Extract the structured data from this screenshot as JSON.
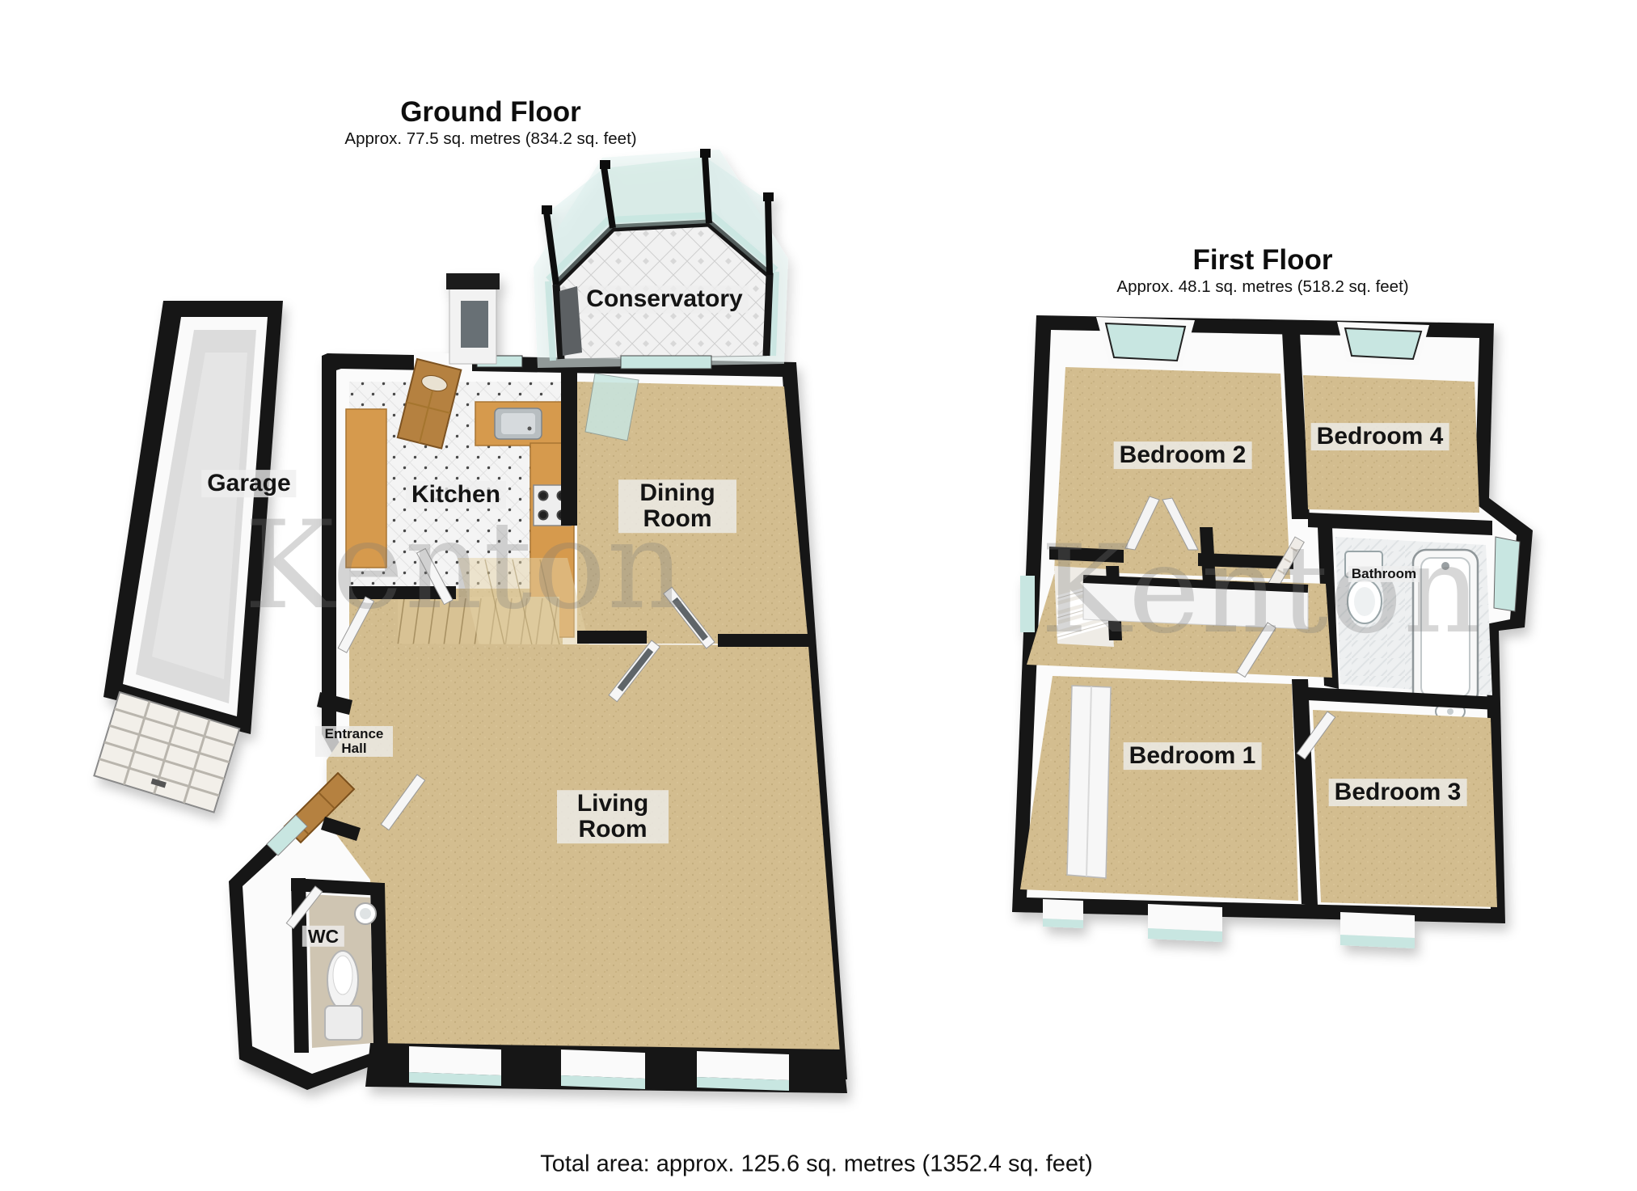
{
  "ground_floor": {
    "title": "Ground Floor",
    "area": "Approx. 77.5 sq. metres (834.2 sq. feet)",
    "rooms": {
      "garage": "Garage",
      "kitchen": "Kitchen",
      "dining_room": "Dining Room",
      "conservatory": "Conservatory",
      "living_room": "Living Room",
      "entrance_hall": "Entrance Hall",
      "wc": "WC"
    }
  },
  "first_floor": {
    "title": "First Floor",
    "area": "Approx. 48.1 sq. metres (518.2 sq. feet)",
    "rooms": {
      "bedroom_1": "Bedroom 1",
      "bedroom_2": "Bedroom 2",
      "bedroom_3": "Bedroom 3",
      "bedroom_4": "Bedroom 4",
      "bathroom": "Bathroom"
    }
  },
  "footer": {
    "total_area": "Total area: approx. 125.6 sq. metres (1352.4 sq. feet)"
  },
  "watermark": {
    "text": "Kenton"
  },
  "colors": {
    "wall_black": "#131313",
    "carpet_tan": "#d3bd8f",
    "garage_floor": "#dcdcdc",
    "kitchen_floor": "#f4f4f4",
    "counter_wood": "#d69a4e",
    "glass_teal": "#c8e6e1",
    "wc_floor": "#cfc5b2",
    "door_wood": "#b5813f"
  }
}
